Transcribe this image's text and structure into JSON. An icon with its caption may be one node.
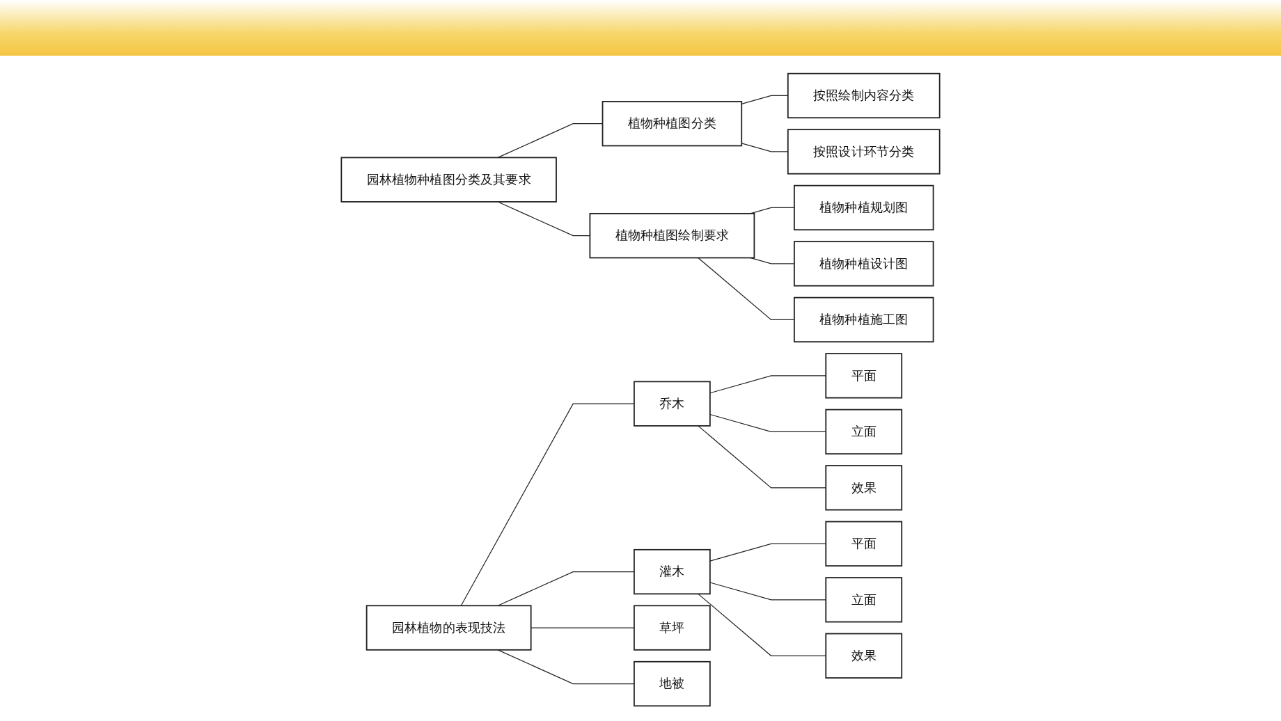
{
  "diagram": {
    "nodes": [
      {
        "text": [
          "园林植物种植图分类及其要求"
        ]
      },
      {
        "text": [
          "植物种植图分类"
        ]
      },
      {
        "text": [
          "按照绘制内容分类"
        ]
      },
      {
        "text": [
          "按照设计环节分类"
        ]
      },
      {
        "text": [
          "植物种植图绘制要求"
        ]
      },
      {
        "text": [
          "植物种植规划图"
        ]
      },
      {
        "text": [
          "植物种植设计图"
        ]
      },
      {
        "text": [
          "植物种植施工图"
        ]
      },
      {
        "text": [
          "园林植物的表现技法"
        ]
      },
      {
        "text": [
          "乔木"
        ]
      },
      {
        "text": [
          "平面"
        ]
      },
      {
        "text": [
          "立面"
        ]
      },
      {
        "text": [
          "效果"
        ]
      },
      {
        "text": [
          "灌木"
        ]
      },
      {
        "text": [
          "平面"
        ]
      },
      {
        "text": [
          "立面"
        ]
      },
      {
        "text": [
          "效果"
        ]
      },
      {
        "text": [
          "草坪"
        ]
      },
      {
        "text": [
          "地被"
        ]
      }
    ],
    "edges": [
      {
        "from": 0,
        "to": 1,
        "arrow": "none"
      },
      {
        "from": 0,
        "to": 4,
        "arrow": "none"
      },
      {
        "from": 1,
        "to": 2,
        "arrow": "none"
      },
      {
        "from": 1,
        "to": 3,
        "arrow": "none"
      },
      {
        "from": 4,
        "to": 5,
        "arrow": "none"
      },
      {
        "from": 4,
        "to": 6,
        "arrow": "none"
      },
      {
        "from": 4,
        "to": 7,
        "arrow": "none"
      },
      {
        "from": 8,
        "to": 9,
        "arrow": "none"
      },
      {
        "from": 8,
        "to": 13,
        "arrow": "none"
      },
      {
        "from": 8,
        "to": 17,
        "arrow": "none"
      },
      {
        "from": 8,
        "to": 18,
        "arrow": "none"
      },
      {
        "from": 9,
        "to": 10,
        "arrow": "none"
      },
      {
        "from": 9,
        "to": 11,
        "arrow": "none"
      },
      {
        "from": 9,
        "to": 12,
        "arrow": "none"
      },
      {
        "from": 13,
        "to": 14,
        "arrow": "none"
      },
      {
        "from": 13,
        "to": 15,
        "arrow": "none"
      },
      {
        "from": 13,
        "to": 16,
        "arrow": "none"
      }
    ]
  }
}
